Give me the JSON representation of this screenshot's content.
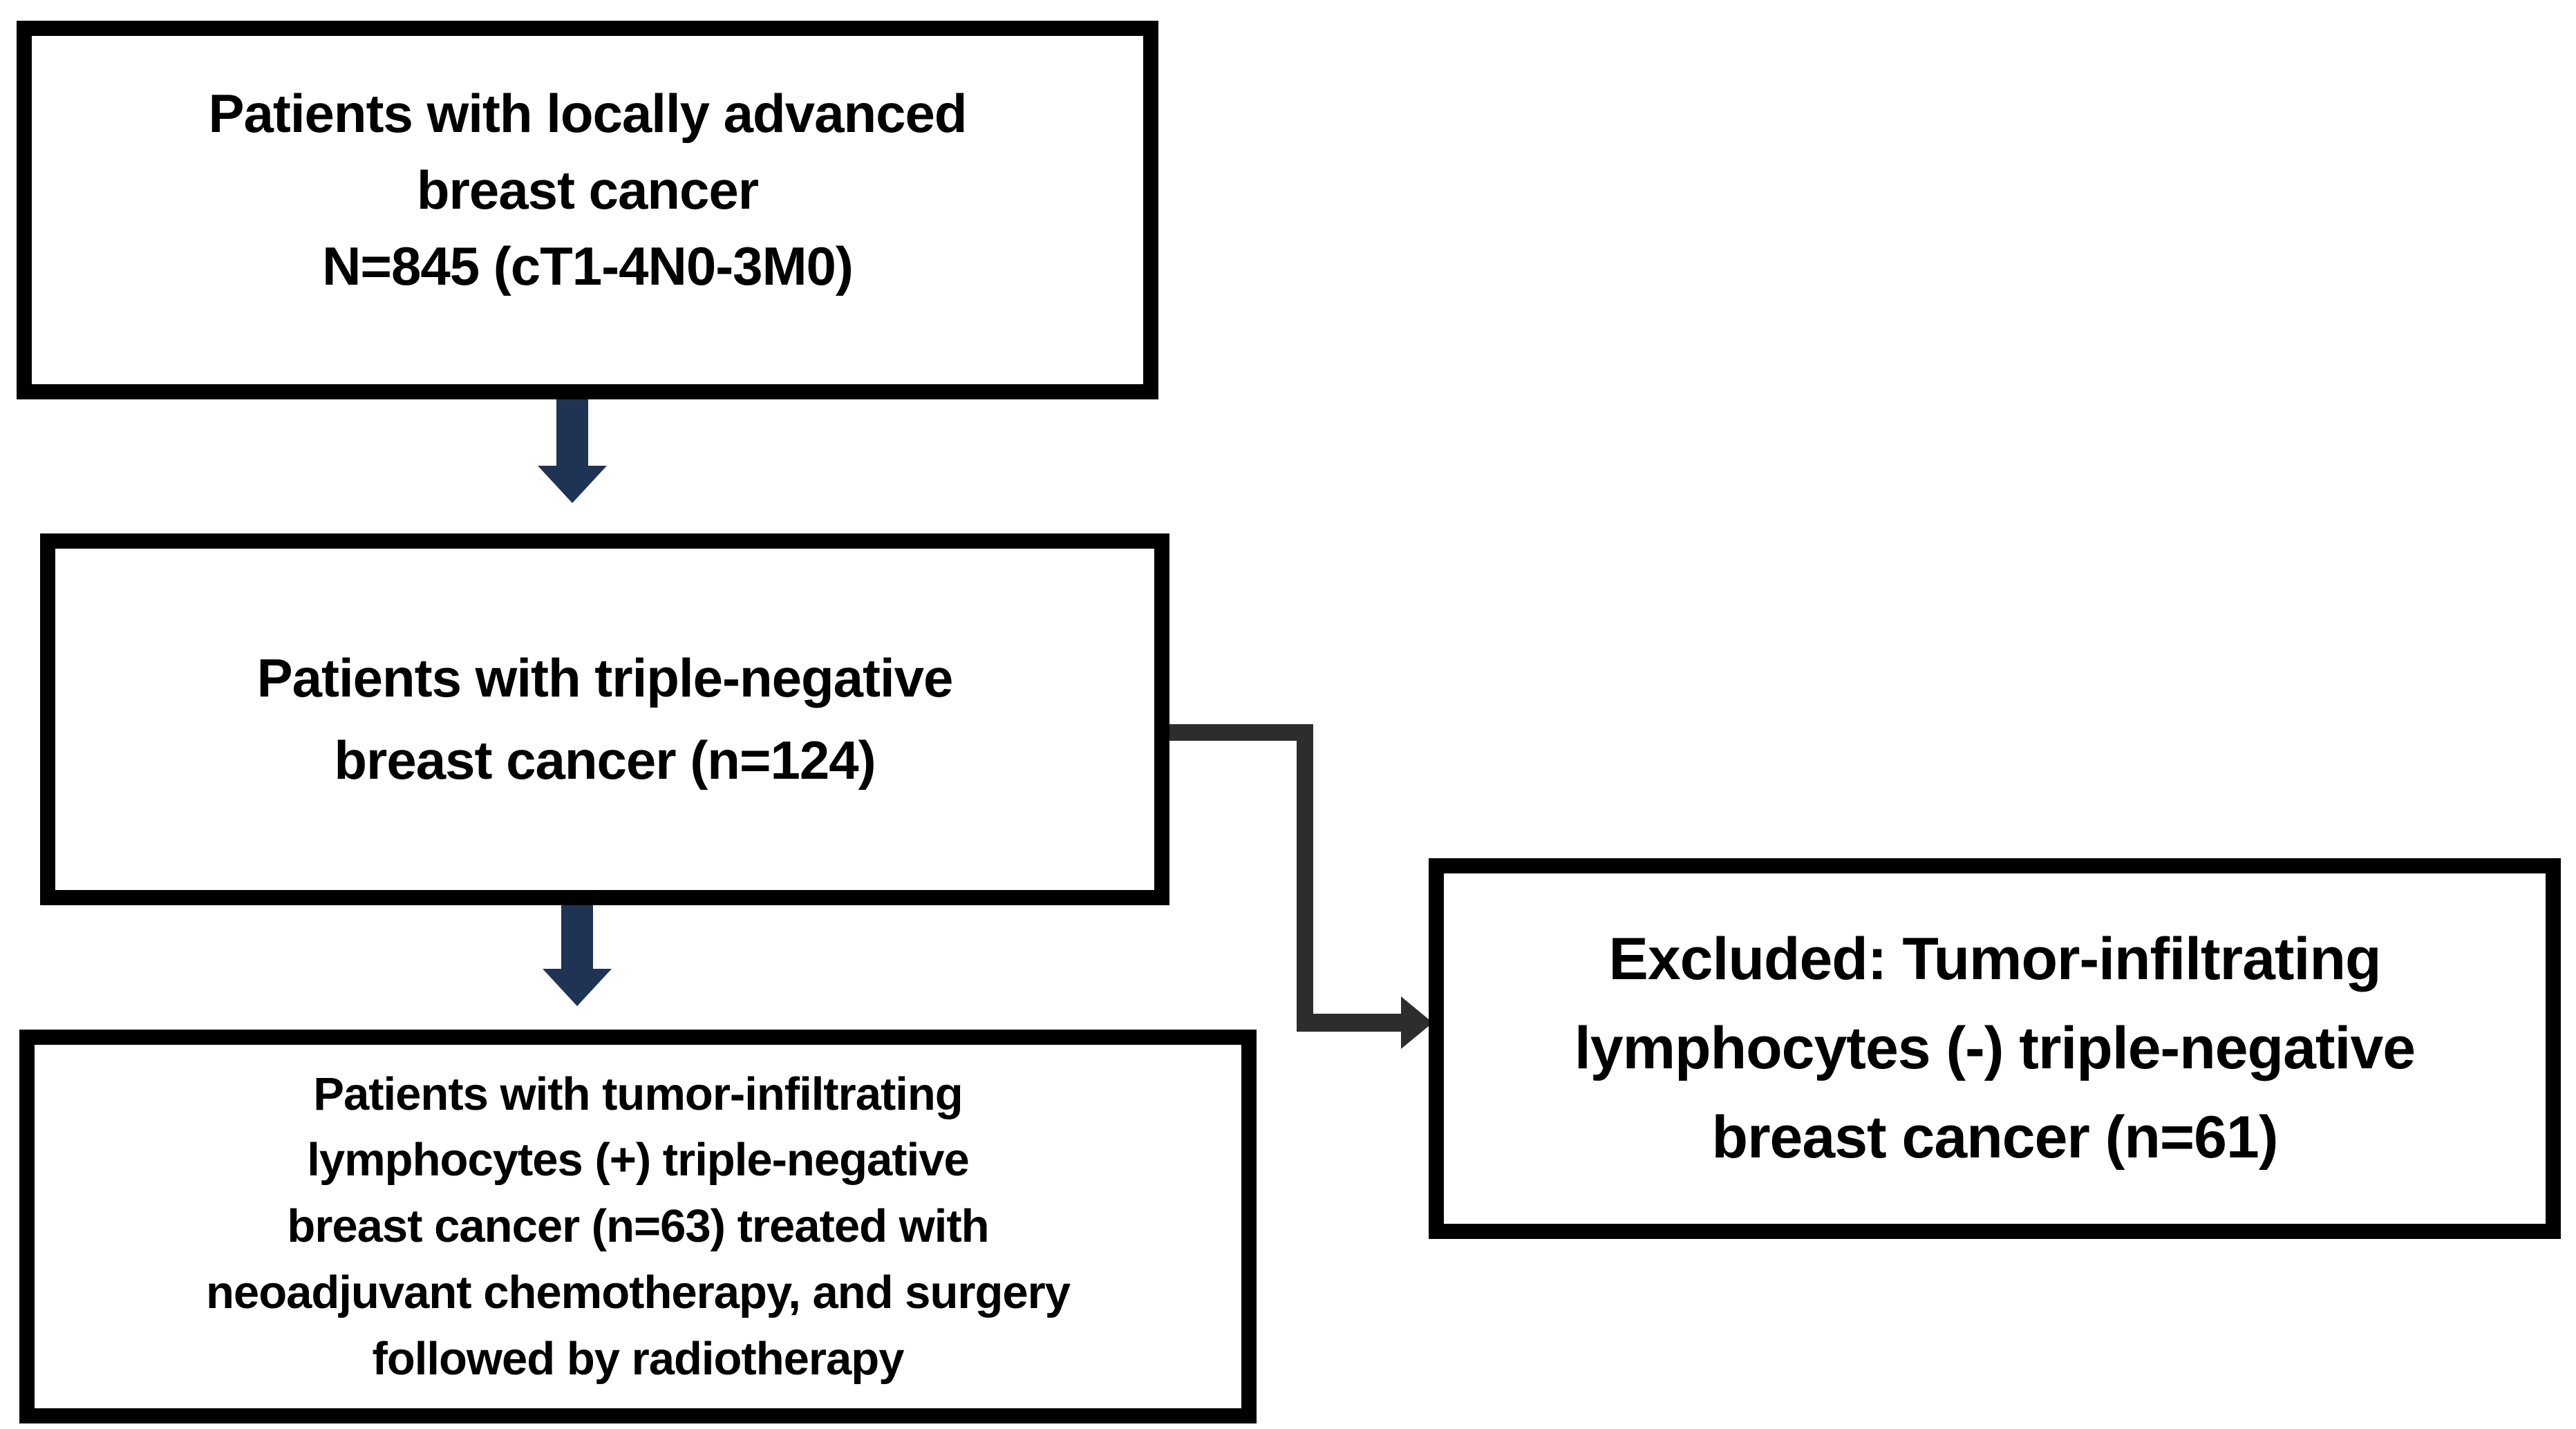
{
  "diagram": {
    "type": "patient-flowchart",
    "boxes": {
      "enrolled": {
        "lines": [
          "Patients with locally advanced",
          "breast cancer",
          "N=845 (cT1-4N0-3M0)"
        ]
      },
      "tnbc": {
        "lines": [
          "Patients with triple-negative",
          "breast cancer (n=124)"
        ]
      },
      "til_positive": {
        "lines": [
          "Patients with tumor-infiltrating",
          "lymphocytes (+) triple-negative",
          "breast cancer (n=63) treated with",
          "neoadjuvant chemotherapy, and surgery",
          "followed by radiotherapy"
        ]
      },
      "excluded": {
        "lines": [
          "Excluded: Tumor-infiltrating",
          "lymphocytes (-) triple-negative",
          "breast cancer (n=61)"
        ]
      }
    },
    "edges": [
      {
        "from": "enrolled",
        "to": "tnbc",
        "style": "navy-block-down-arrow"
      },
      {
        "from": "tnbc",
        "to": "til_positive",
        "style": "navy-block-down-arrow"
      },
      {
        "from": "tnbc",
        "to": "excluded",
        "style": "gray-elbow-arrow"
      }
    ],
    "colors": {
      "box_border": "#000000",
      "box_fill": "#ffffff",
      "text": "#000000",
      "down_arrow_navy": "#1f3355",
      "elbow_connector_gray": "#2d2d2d",
      "background": "#ffffff"
    }
  }
}
